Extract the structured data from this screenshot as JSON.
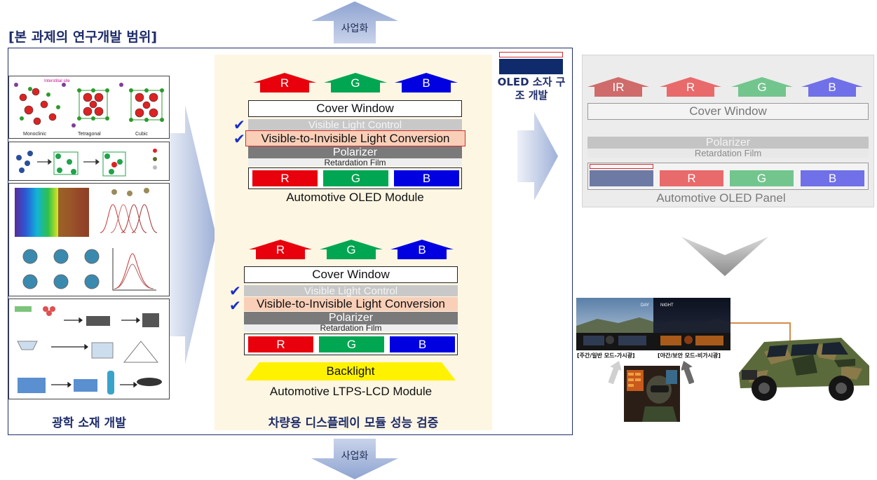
{
  "title": "[본 과제의 연구개발 범위]",
  "top_arrow_label": "사업화",
  "bottom_arrow_label": "사업화",
  "left_caption": "광학 소재 개발",
  "center_caption": "차량용 디스플레이 모듈 성능 검증",
  "oled_dev_label": "OLED 소자 구조 개발",
  "materials": {
    "crystal_labels": [
      "Monoclinic",
      "Tetragonal",
      "Cubic"
    ],
    "interstitial": "Interstitial site"
  },
  "oled_module": {
    "top_colors": [
      "R",
      "G",
      "B"
    ],
    "layers": {
      "cover": "Cover Window",
      "vlc": "Visible Light Control",
      "conversion": "Visible-to-Invisible Light Conversion",
      "polarizer": "Polarizer",
      "retardation": "Retardation Film"
    },
    "pixels": [
      "R",
      "G",
      "B"
    ],
    "name": "Automotive OLED Module"
  },
  "lcd_module": {
    "top_colors": [
      "R",
      "G",
      "B"
    ],
    "layers": {
      "cover": "Cover Window",
      "vlc": "Visible Light Control",
      "conversion": "Visible-to-Invisible Light Conversion",
      "polarizer": "Polarizer",
      "retardation": "Retardation Film"
    },
    "pixels": [
      "R",
      "G",
      "B"
    ],
    "backlight": "Backlight",
    "name": "Automotive LTPS-LCD Module"
  },
  "oled_panel": {
    "top_colors": [
      "IR",
      "R",
      "G",
      "B"
    ],
    "cover": "Cover Window",
    "polarizer": "Polarizer",
    "retardation": "Retardation Film",
    "pixels": [
      "R",
      "G",
      "B"
    ],
    "name": "Automotive OLED Panel"
  },
  "application": {
    "day_tag": "DAY",
    "night_tag": "NIGHT",
    "day_caption": "[주간/일반 모드-가시광]",
    "night_caption": "[야간/보안 모드-비가시광]"
  },
  "colors": {
    "red": "#e8000c",
    "green": "#00a651",
    "blue": "#0000e0",
    "navy": "#0f2b6b",
    "faded_red": "#cf6b6b",
    "faded_green": "#73c58e",
    "faded_blue": "#7070e8"
  }
}
